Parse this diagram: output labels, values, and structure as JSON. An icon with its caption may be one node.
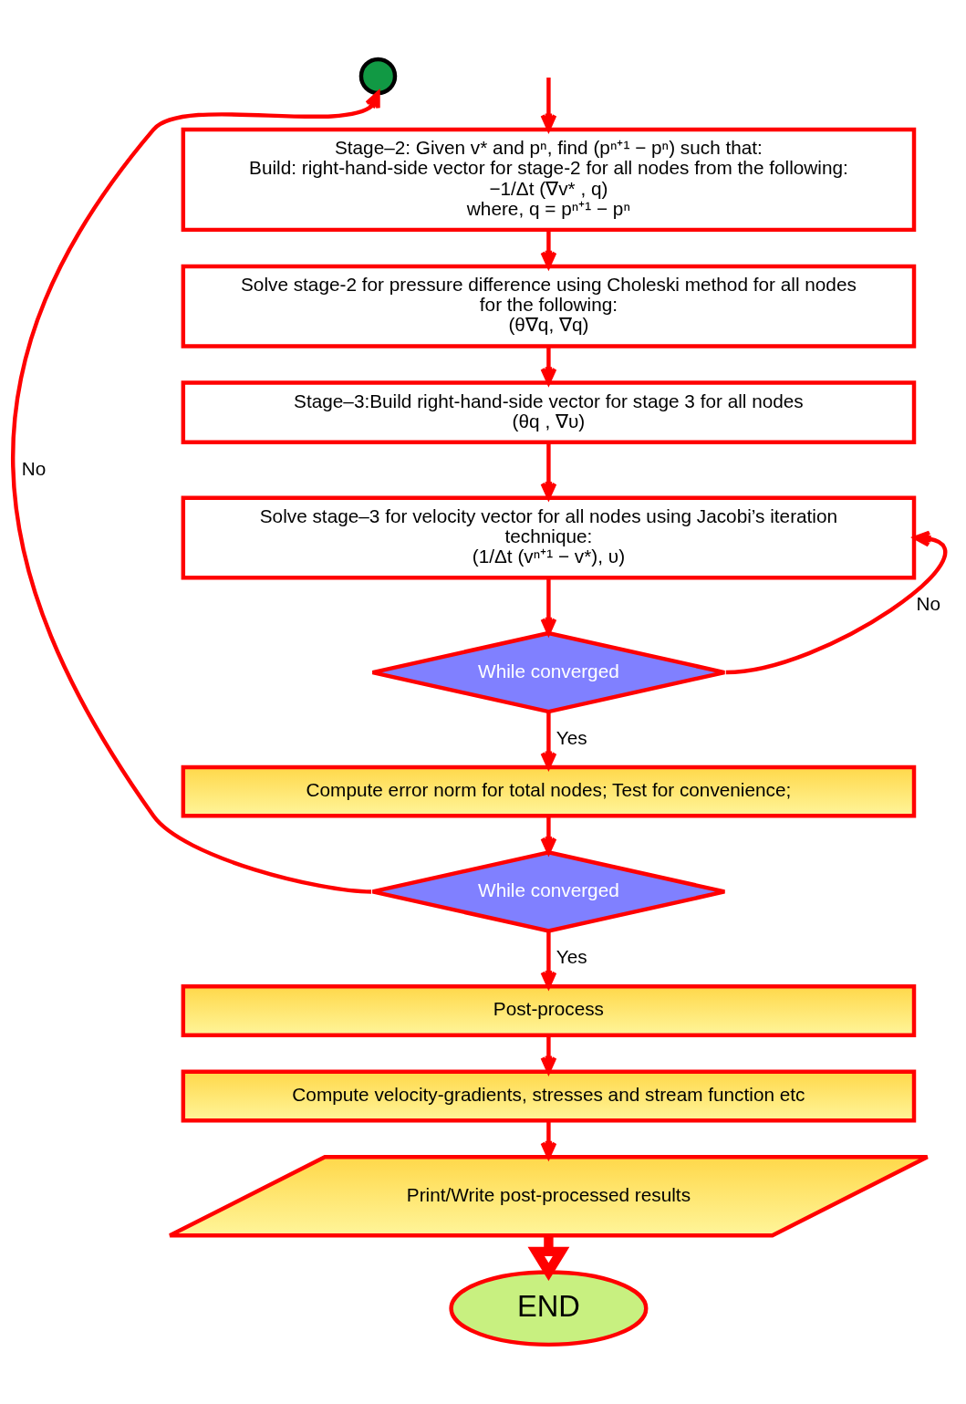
{
  "diagram": {
    "nodes": [
      {
        "text": [],
        "shape": "circle"
      },
      {
        "text": [
          "Stage–2: Given v* and pⁿ, find (pⁿ⁺¹ − pⁿ) such that:",
          "Build: right-hand-side vector for stage-2 for all nodes from the following:",
          "−1/Δt (∇v* , q)",
          "where, q = pⁿ⁺¹ − pⁿ"
        ]
      },
      {
        "text": [
          "Solve stage-2 for pressure difference using Choleski method for all nodes for the following:",
          "(θ∇q, ∇q)"
        ]
      },
      {
        "text": [
          "Stage–3:Build right-hand-side vector for stage 3 for all nodes",
          "(θq , ∇υ)"
        ]
      },
      {
        "text": [
          "Solve stage–3 for velocity vector for all nodes using Jacobi’s iteration technique:",
          "(1/Δt (vⁿ⁺¹ − v*), υ)"
        ]
      },
      {
        "text": [
          "While converged"
        ]
      },
      {
        "text": [
          "Compute error norm for total nodes; Test for convenience;"
        ]
      },
      {
        "text": [
          "While converged"
        ]
      },
      {
        "text": [
          "Post-process"
        ]
      },
      {
        "text": [
          "Compute velocity-gradients, stresses and stream function etc"
        ]
      },
      {
        "text": [
          "Print/Write post-processed results"
        ]
      },
      {
        "text": [
          "END"
        ]
      }
    ],
    "edges": [
      {
        "from": null,
        "to": 1,
        "arrow": "to"
      },
      {
        "from": 1,
        "to": 2,
        "arrow": "to"
      },
      {
        "from": 2,
        "to": 3,
        "arrow": "to"
      },
      {
        "from": 3,
        "to": 4,
        "arrow": "to"
      },
      {
        "from": 4,
        "to": 5,
        "arrow": "to"
      },
      {
        "from": 5,
        "to": 4,
        "arrow": "to",
        "label": "No"
      },
      {
        "from": 5,
        "to": 6,
        "arrow": "to",
        "label": "Yes"
      },
      {
        "from": 6,
        "to": 7,
        "arrow": "to"
      },
      {
        "from": 7,
        "to": 0,
        "arrow": "to",
        "label": "No"
      },
      {
        "from": 7,
        "to": 8,
        "arrow": "to",
        "label": "Yes"
      },
      {
        "from": 8,
        "to": 9,
        "arrow": "to"
      },
      {
        "from": 9,
        "to": 10,
        "arrow": "to"
      },
      {
        "from": 10,
        "to": 11,
        "arrow": "to",
        "style": "thick"
      }
    ]
  }
}
